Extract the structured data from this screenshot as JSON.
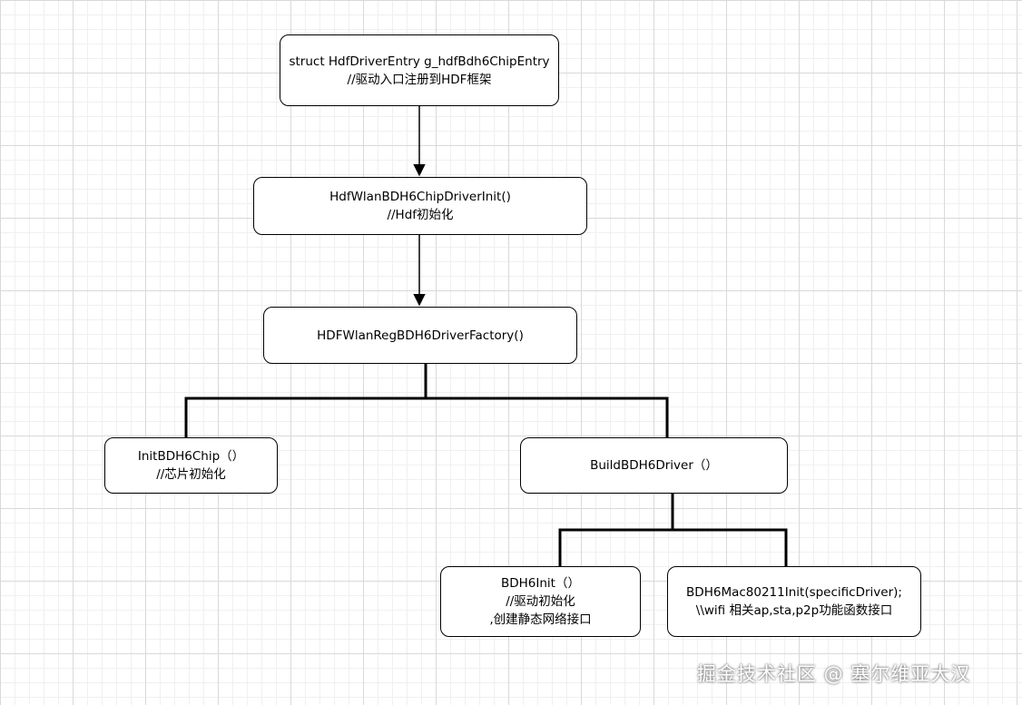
{
  "nodes": {
    "entry": {
      "line1": "struct HdfDriverEntry g_hdfBdh6ChipEntry",
      "line2": "//驱动入口注册到HDF框架"
    },
    "init": {
      "line1": "HdfWlanBDH6ChipDriverInit()",
      "line2": "//Hdf初始化"
    },
    "factory": {
      "line1": "HDFWlanRegBDH6DriverFactory()"
    },
    "chip": {
      "line1": "InitBDH6Chip（）",
      "line2": "//芯片初始化"
    },
    "build": {
      "line1": "BuildBDH6Driver（）"
    },
    "bdh6init": {
      "line1": "BDH6Init（）",
      "line2": "//驱动初始化",
      "line3": ",创建静态网络接口"
    },
    "mac80211": {
      "line1": "BDH6Mac80211Init(specificDriver);",
      "line2": "\\\\wifi 相关ap,sta,p2p功能函数接口"
    }
  },
  "watermark": "掘金技术社区 @ 塞尔维亚大汉"
}
